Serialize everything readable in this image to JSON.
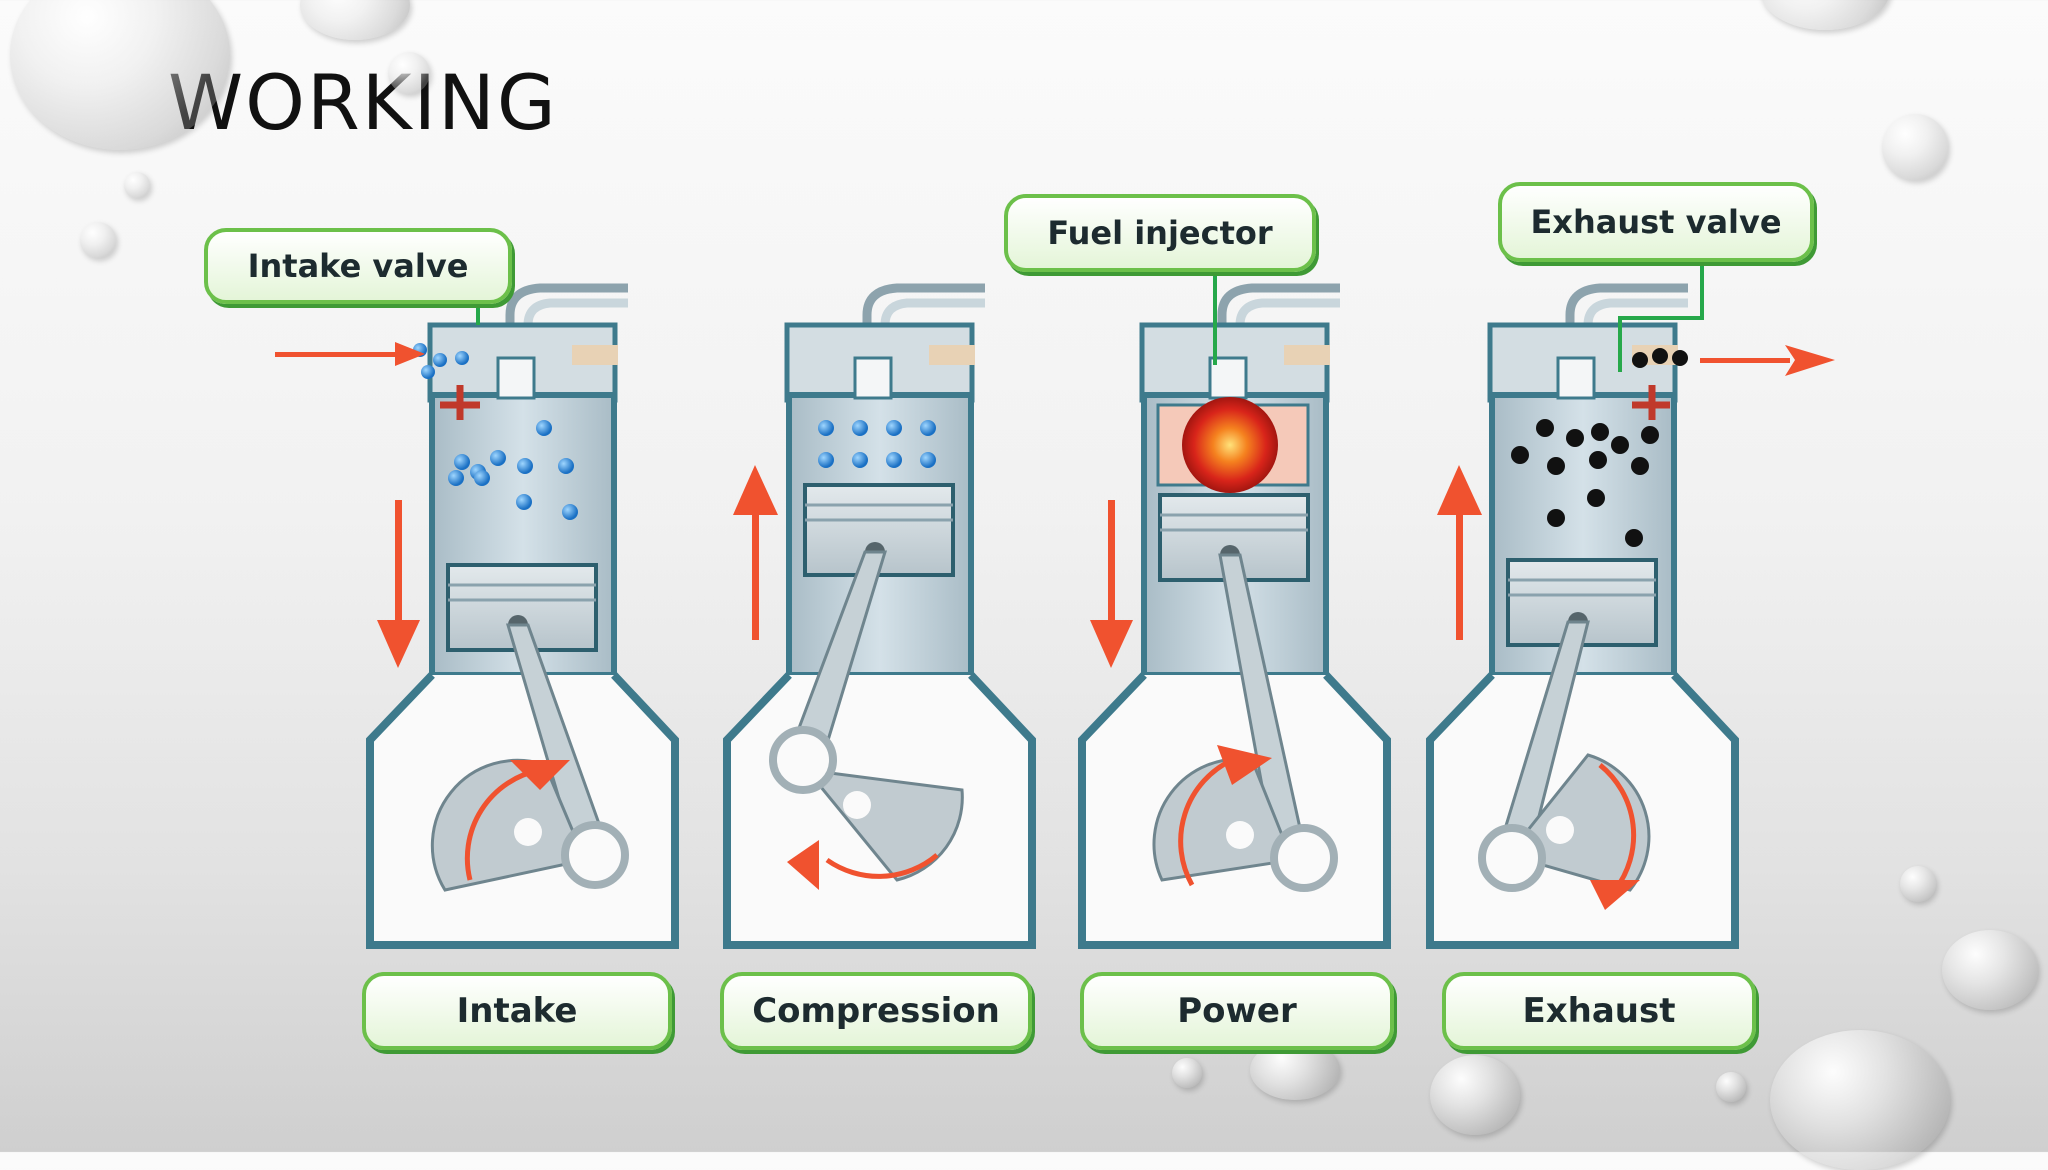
{
  "slide": {
    "title": "WORKING"
  },
  "callouts": {
    "intake_valve": "Intake valve",
    "fuel_injector": "Fuel injector",
    "exhaust_valve": "Exhaust valve"
  },
  "strokes": [
    {
      "label": "Intake"
    },
    {
      "label": "Compression"
    },
    {
      "label": "Power"
    },
    {
      "label": "Exhaust"
    }
  ],
  "colors": {
    "label_fill": "#e9f8de",
    "label_border": "#6cc04a",
    "arrow": "#f0522f",
    "engine_body": "#bdd0da",
    "engine_outline": "#3e7a8c",
    "fuel_particle": "#2a86d8",
    "exhaust_particle": "#111111",
    "explosion": "#e8321a"
  }
}
